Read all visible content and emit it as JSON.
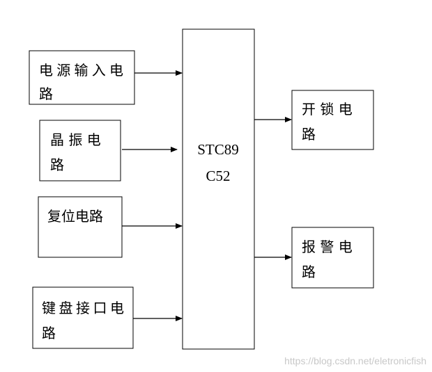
{
  "mcu": {
    "line1": "STC89",
    "line2": "C52"
  },
  "inputs": {
    "power": {
      "line1": "电源输入电",
      "line2": "路"
    },
    "crystal": {
      "line1": "晶 振 电",
      "line2": "路"
    },
    "reset": {
      "line1": "复位电路"
    },
    "keyboard": {
      "line1": "键盘接口电",
      "line2": "路"
    }
  },
  "outputs": {
    "unlock": {
      "line1": "开 锁 电",
      "line2": "路"
    },
    "alarm": {
      "line1": "报 警 电",
      "line2": "路"
    }
  },
  "watermark": "https://blog.csdn.net/eletronicfish"
}
